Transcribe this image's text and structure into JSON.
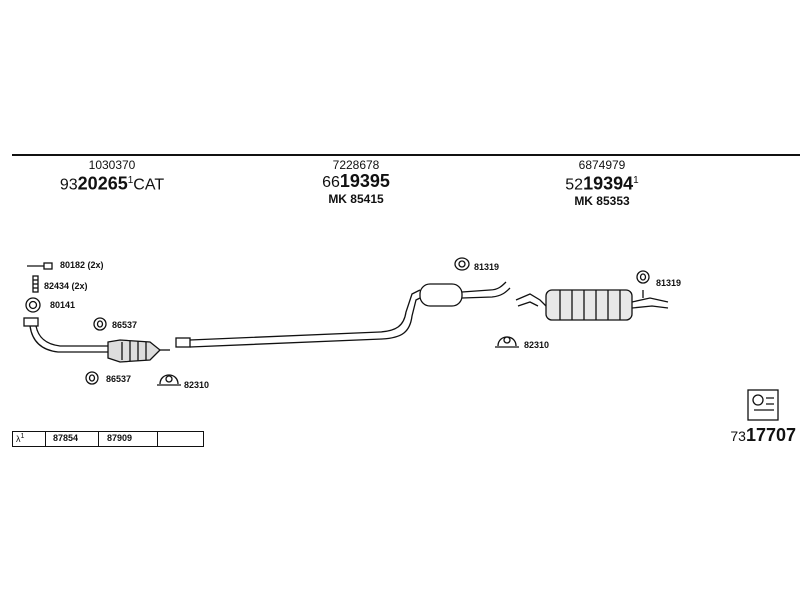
{
  "headers": [
    {
      "orig": "1030370",
      "prefix": "93",
      "bold": "20265",
      "sup": "1",
      "suffix": "CAT",
      "mk": ""
    },
    {
      "orig": "7228678",
      "prefix": "66",
      "bold": "19395",
      "sup": "",
      "suffix": "",
      "mk": "MK  85415"
    },
    {
      "orig": "6874979",
      "prefix": "52",
      "bold": "19394",
      "sup": "1",
      "suffix": "",
      "mk": "MK  85353"
    }
  ],
  "parts": {
    "p80182": "80182 (2x)",
    "p82434": "82434 (2x)",
    "p80141": "80141",
    "p86537a": "86537",
    "p86537b": "86537",
    "p82310a": "82310",
    "p81319a": "81319",
    "p82310b": "82310",
    "p81319b": "81319"
  },
  "lambda": {
    "symbol": "λ",
    "sup": "1",
    "c1": "87854",
    "c2": "87909"
  },
  "reference": {
    "prefix": "73",
    "bold": "17707"
  },
  "icons": [
    "catalytic-converter-icon",
    "middle-silencer-icon",
    "rear-silencer-icon",
    "clamp-icon",
    "rubber-mount-icon",
    "gasket-icon",
    "bolt-icon",
    "fitting-guide-icon"
  ]
}
